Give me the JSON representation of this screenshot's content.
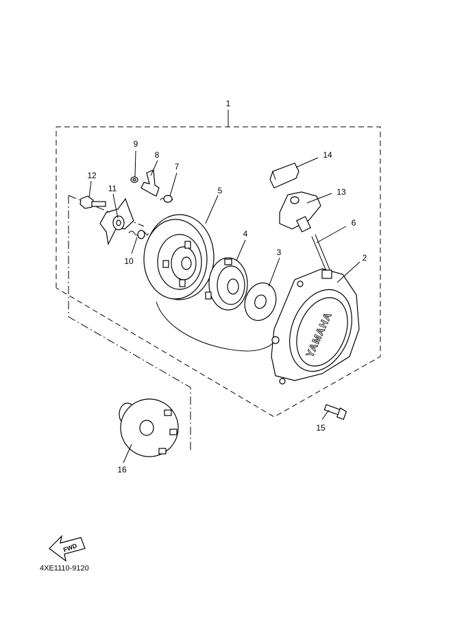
{
  "diagram": {
    "part_labels": {
      "p1": "1",
      "p2": "2",
      "p3": "3",
      "p4": "4",
      "p5": "5",
      "p6": "6",
      "p7": "7",
      "p8": "8",
      "p9": "9",
      "p10": "10",
      "p11": "11",
      "p12": "12",
      "p13": "13",
      "p14": "14",
      "p15": "15",
      "p16": "16"
    },
    "cover_brand": "YAMAHA",
    "fwd_label": "FWD",
    "drawing_code": "4XE1110-9120"
  }
}
